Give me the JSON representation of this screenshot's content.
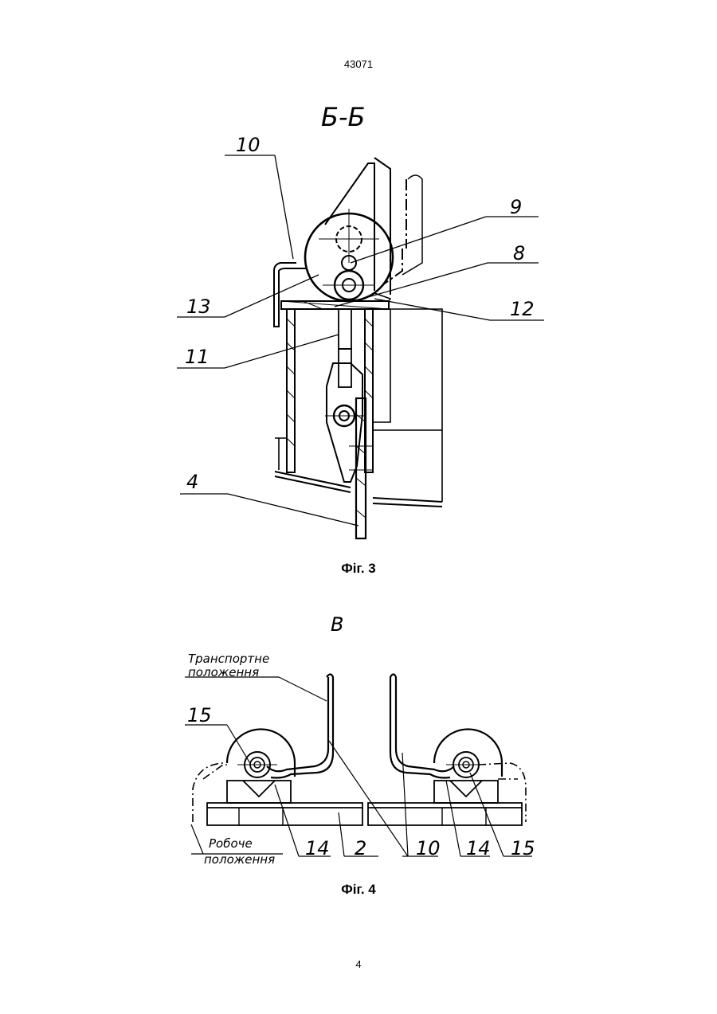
{
  "header": {
    "doc_number": "43071"
  },
  "footer": {
    "page_number": "4"
  },
  "figure3": {
    "caption": "Фіг. 3",
    "section_label": "Б-Б",
    "callouts": {
      "c10": "10",
      "c9": "9",
      "c8": "8",
      "c13": "13",
      "c12": "12",
      "c11": "11",
      "c4": "4"
    }
  },
  "figure4": {
    "caption": "Фіг. 4",
    "view_label": "В",
    "transport_line1": "Транспортне",
    "transport_line2": "положення",
    "work_line1": "Робоче",
    "work_line2": "положення",
    "callouts": {
      "c15a": "15",
      "c14a": "14",
      "c2": "2",
      "c10": "10",
      "c14b": "14",
      "c15b": "15"
    }
  }
}
